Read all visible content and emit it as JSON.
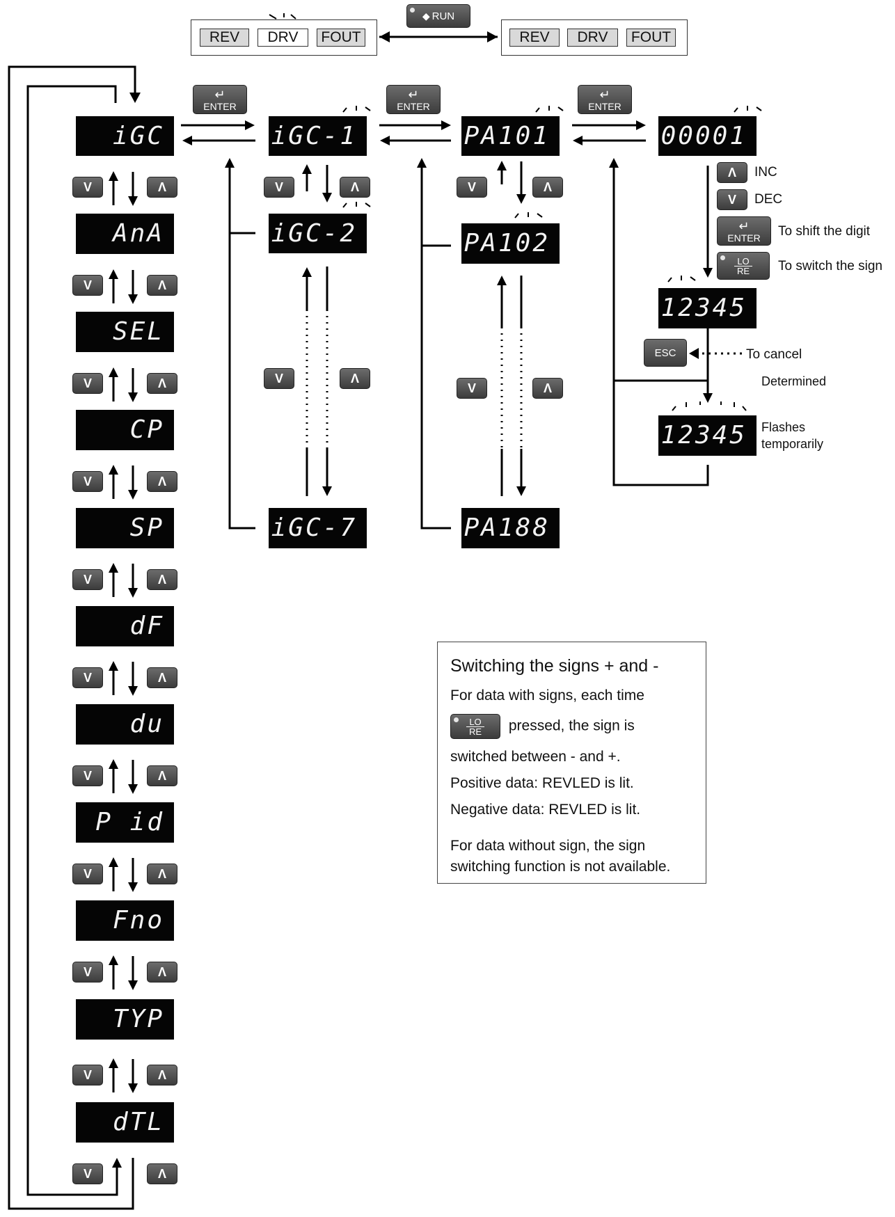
{
  "status": {
    "left_leds": [
      "REV",
      "DRV",
      "FOUT"
    ],
    "right_leds": [
      "REV",
      "DRV",
      "FOUT"
    ],
    "run_key": "RUN"
  },
  "keys": {
    "enter": "ENTER",
    "down": "V",
    "up": "Λ",
    "esc": "ESC",
    "lo": "LO",
    "re": "RE"
  },
  "menu": [
    "iGC",
    "AnA",
    "SEL",
    "CP",
    "SP",
    "dF",
    "du",
    "P id",
    "Fno",
    "TYP",
    "dTL"
  ],
  "groups": [
    "iGC-1",
    "iGC-2",
    "iGC-7"
  ],
  "params": [
    "PA101",
    "PA102",
    "PA188"
  ],
  "values": {
    "initial": "00001",
    "edited": "12345",
    "flashing": "12345"
  },
  "legend": {
    "inc": "INC",
    "dec": "DEC",
    "shift": "To shift the digit",
    "switch_sign": "To switch the sign",
    "cancel": "To cancel",
    "determined": "Determined",
    "flashes_1": "Flashes",
    "flashes_2": "temporarily"
  },
  "note": {
    "title": "Switching the signs + and -",
    "line1": "For data with signs, each time",
    "line2": "pressed, the sign is",
    "line3": "switched between - and +.",
    "line4": "Positive data: REVLED is lit.",
    "line5": "Negative data: REVLED is lit.",
    "line6": "For data without sign, the sign",
    "line7": "switching function is not available."
  }
}
